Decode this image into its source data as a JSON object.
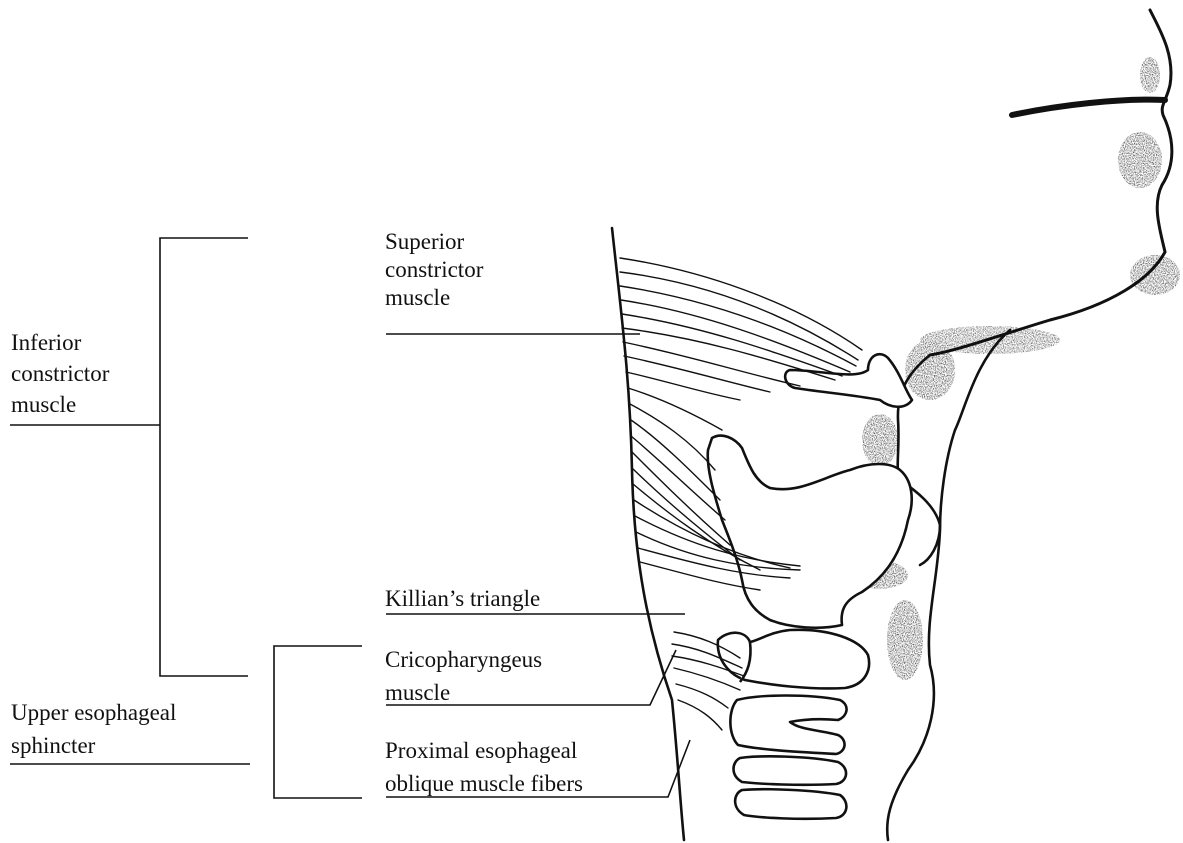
{
  "labels": {
    "superior_constrictor": [
      "Superior",
      "constrictor",
      "muscle"
    ],
    "inferior_constrictor": [
      "Inferior",
      "constrictor",
      "muscle"
    ],
    "killians_triangle": "Killian’s triangle",
    "cricopharyngeus": [
      "Cricopharyngeus",
      "muscle"
    ],
    "upper_esophageal_sphincter": [
      "Upper esophageal",
      "sphincter"
    ],
    "proximal_esophageal": [
      "Proximal esophageal",
      "oblique muscle fibers"
    ]
  },
  "colors": {
    "ink": "#111111",
    "paper": "#ffffff"
  }
}
